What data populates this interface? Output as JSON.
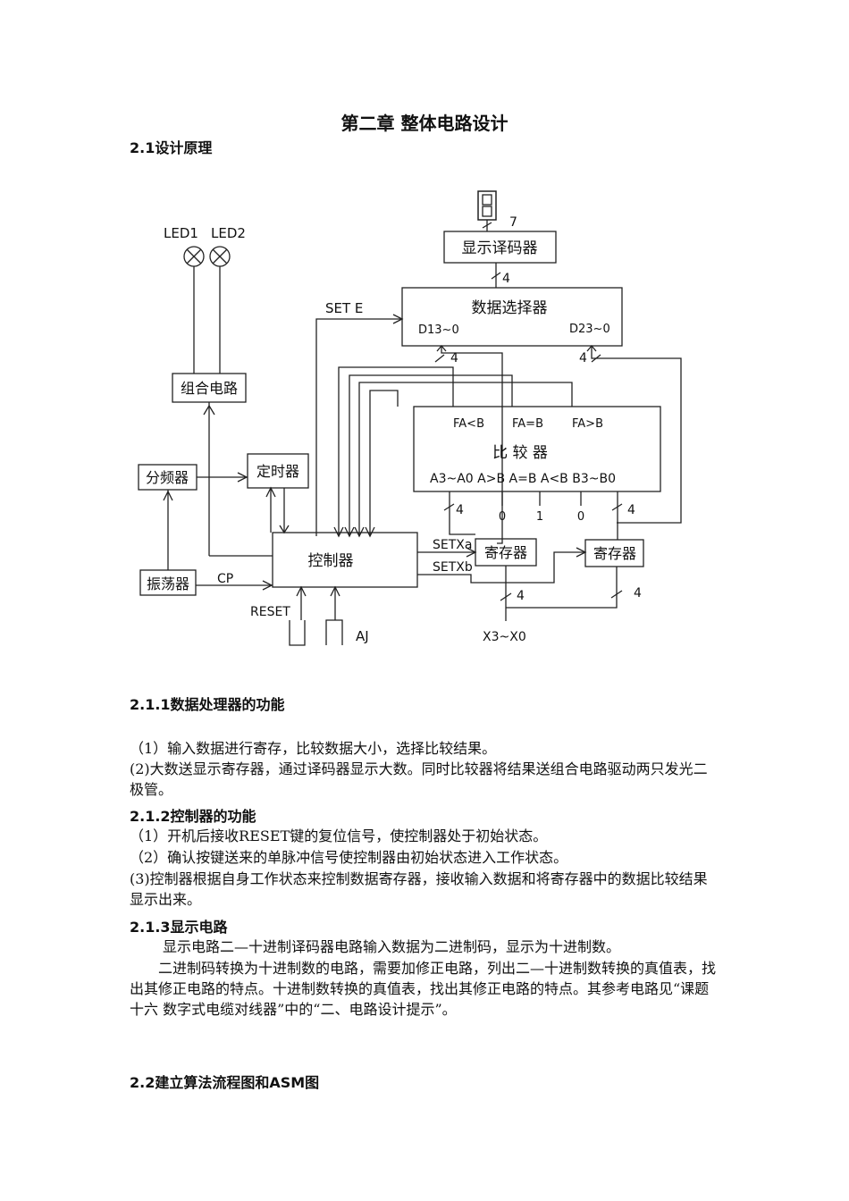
{
  "chapter_title": "第二章 整体电路设计",
  "section_2_1": "2.1设计原理",
  "diagram": {
    "led1": "LED1",
    "led2": "LED2",
    "display_decoder": "显示译码器",
    "display_bits": "7",
    "decoder_bus": "4",
    "data_selector": "数据选择器",
    "d1_label": "D13~0",
    "d2_label": "D23~0",
    "d1_bus": "4",
    "d2_bus": "4",
    "set_e": "SET E",
    "combo_circuit": "组合电路",
    "comparator": "比 较 器",
    "fa_lt_b": "FA<B",
    "fa_eq_b": "FA=B",
    "fa_gt_b": "FA>B",
    "cmp_inputs": "A3~A0  A>B  A=B A<B B3~B0",
    "cmp_a_bus": "4",
    "cmp_b_bus": "4",
    "cascade_0a": "0",
    "cascade_1": "1",
    "cascade_0b": "0",
    "divider": "分频器",
    "timer": "定时器",
    "oscillator": "振荡器",
    "cp": "CP",
    "controller": "控制器",
    "setxa": "SETXa",
    "setxb": "SETXb",
    "register_a": "寄存器",
    "register_b": "寄存器",
    "reg_a_bus": "4",
    "reg_b_bus": "4",
    "input_bus": "X3~X0",
    "reset": "RESET",
    "aj": "AJ"
  },
  "section_2_1_1": "2.1.1数据处理器的功能",
  "p_2_1_1": [
    "（1）输入数据进行寄存，比较数据大小，选择比较结果。",
    "(2)大数送显示寄存器，通过译码器显示大数。同时比较器将结果送组合电路驱动两只发光二极管。"
  ],
  "section_2_1_2": "2.1.2控制器的功能",
  "p_2_1_2": [
    "（1）开机后接收RESET键的复位信号，使控制器处于初始状态。",
    "（2）确认按键送来的单脉冲信号使控制器由初始状态进入工作状态。",
    "(3)控制器根据自身工作状态来控制数据寄存器，接收输入数据和将寄存器中的数据比较结果显示出来。"
  ],
  "section_2_1_3": "2.1.3显示电路",
  "p_2_1_3": [
    "显示电路二—十进制译码器电路输入数据为二进制码，显示为十进制数。",
    "二进制码转换为十进制数的电路，需要加修正电路，列出二—十进制数转换的真值表，找出其修正电路的特点。十进制数转换的真值表，找出其修正电路的特点。其参考电路见“课题十六 数字式电缆对线器”中的“二、电路设计提示”。"
  ],
  "section_2_2": "2.2建立算法流程图和ASM图"
}
